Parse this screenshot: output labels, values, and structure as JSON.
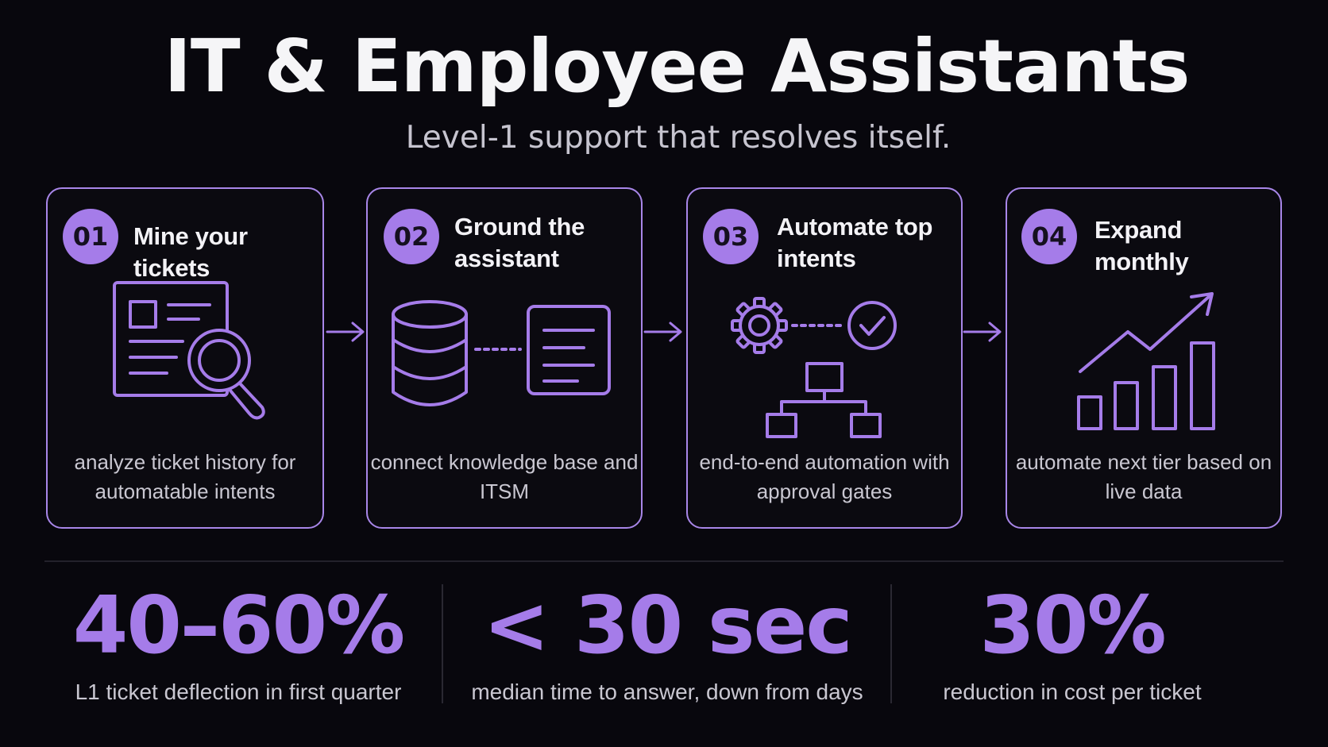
{
  "header": {
    "title": "IT & Employee Assistants",
    "subtitle": "Level-1 support that resolves itself."
  },
  "steps": [
    {
      "number": "01",
      "title": "Mine your tickets",
      "description": "analyze ticket history for automatable intents",
      "icon": "document-magnifier-icon"
    },
    {
      "number": "02",
      "title": "Ground the assistant",
      "description": "connect knowledge base and ITSM",
      "icon": "database-document-icon"
    },
    {
      "number": "03",
      "title": "Automate top intents",
      "description": "end-to-end automation with approval gates",
      "icon": "gear-check-hierarchy-icon"
    },
    {
      "number": "04",
      "title": "Expand monthly",
      "description": "automate next tier based on live data",
      "icon": "growth-chart-icon"
    }
  ],
  "stats": [
    {
      "value": "40–60%",
      "label": "L1 ticket deflection in first quarter"
    },
    {
      "value": "< 30 sec",
      "label": "median time to answer, down from days"
    },
    {
      "value": "30%",
      "label": "reduction in cost per ticket"
    }
  ],
  "colors": {
    "accent": "#a57ce9",
    "background": "#08070d",
    "border": "#a886e8"
  }
}
